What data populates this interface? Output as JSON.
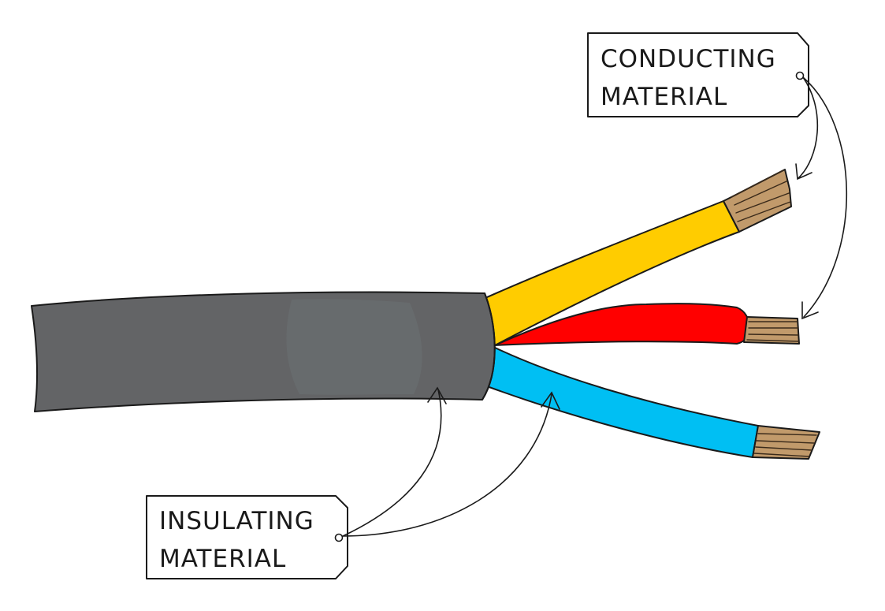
{
  "labels": {
    "conducting_line1": "CONDUCTING",
    "conducting_line2": "MATERIAL",
    "insulating_line1": "INSULATING",
    "insulating_line2": "MATERIAL"
  },
  "colors": {
    "sheath": "#636466",
    "yellow_wire": "#FFCC00",
    "red_wire": "#FF0000",
    "blue_wire": "#00BFF3",
    "copper": "#C19A6B",
    "outline": "#1a1a1a"
  }
}
